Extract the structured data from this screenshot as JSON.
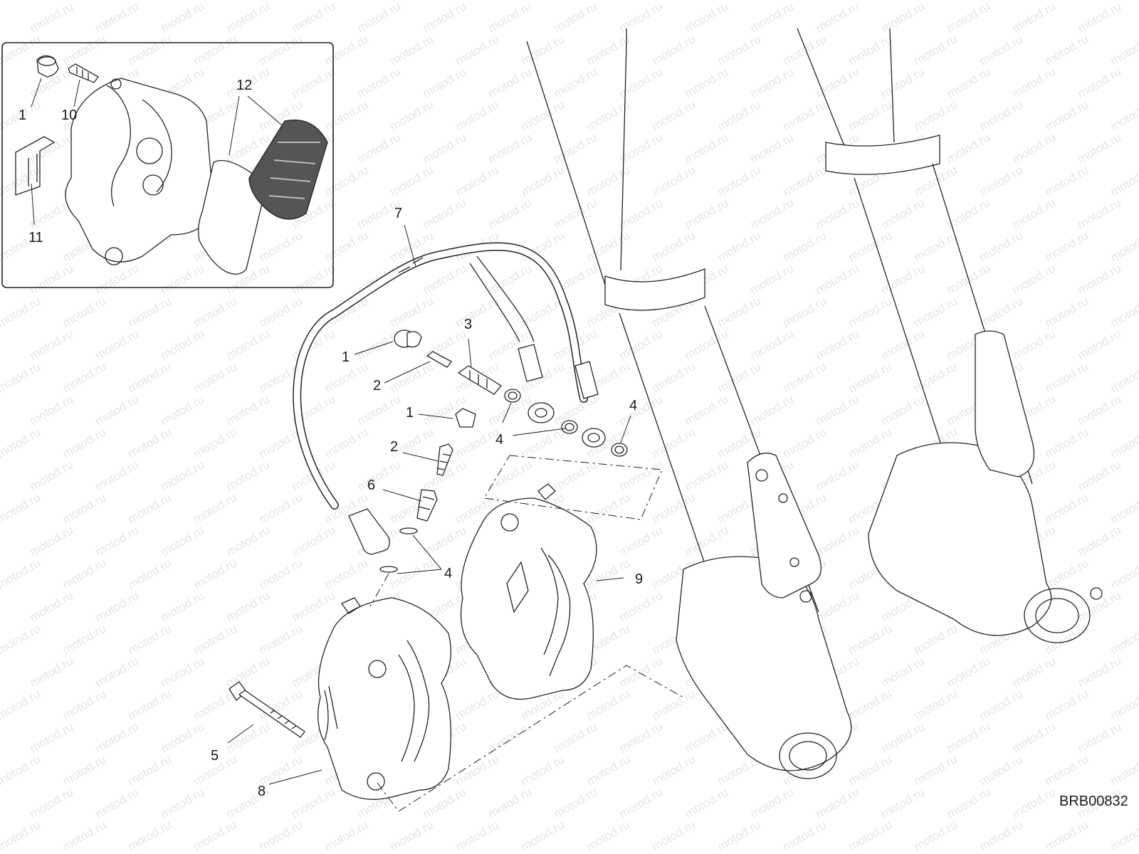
{
  "watermark": {
    "text": "motod.ru"
  },
  "diagram_code": "BRB00832",
  "callouts": {
    "inset_1": "1",
    "inset_10": "10",
    "inset_12": "12",
    "inset_11": "11",
    "hose_7": "7",
    "bleed_cap_1a": "1",
    "bleed_valve_2a": "2",
    "banjo_bolt_3": "3",
    "seal_4a": "4",
    "seal_4b": "4",
    "bleed_cap_1b": "1",
    "bleed_valve_2b": "2",
    "banjo_bolt_6": "6",
    "seal_4c": "4",
    "caliper_9": "9",
    "bolt_5": "5",
    "caliper_8": "8"
  },
  "colors": {
    "line": "#222222",
    "background": "#ffffff",
    "pad_fill": "#555555"
  }
}
